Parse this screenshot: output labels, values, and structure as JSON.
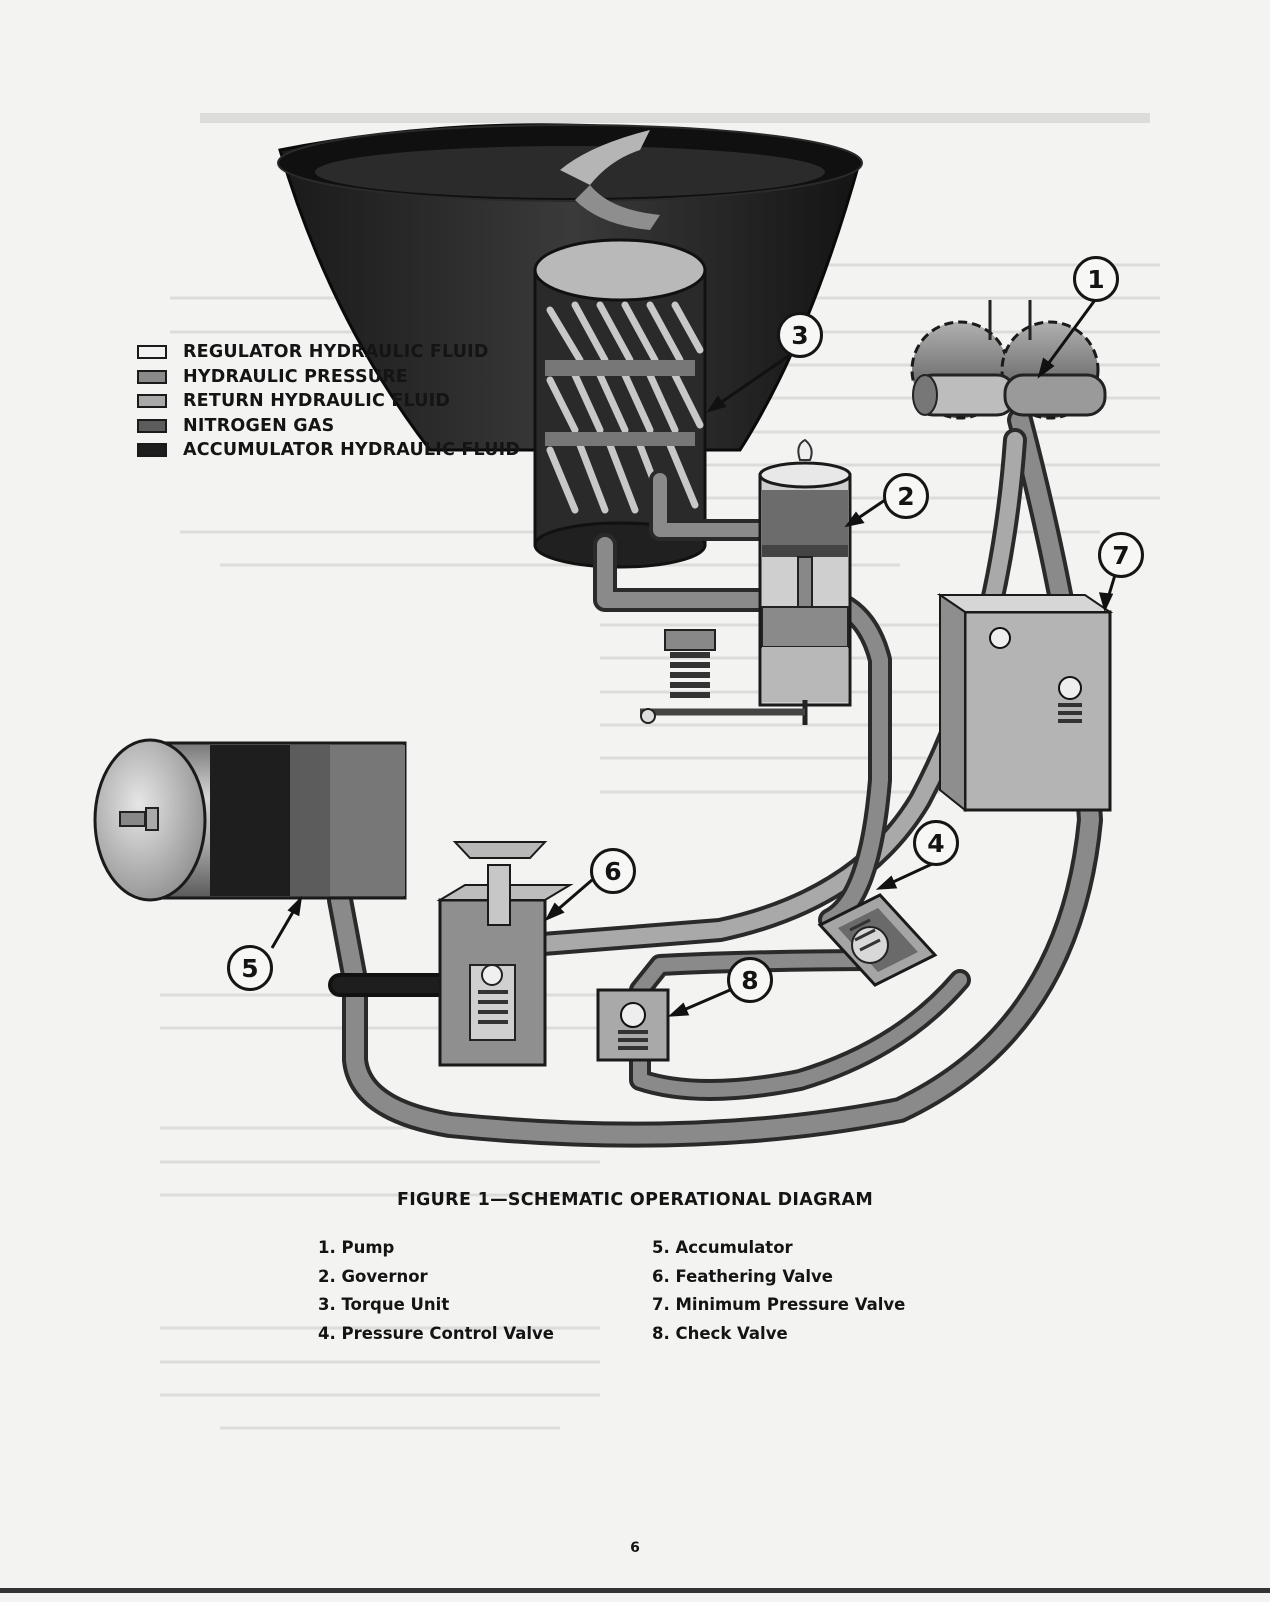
{
  "colors": {
    "regulator": "#f2f2f2",
    "pressure": "#8a8a8a",
    "return": "#a9a9a9",
    "nitrogen": "#5c5c5c",
    "accumulator": "#1e1e1e",
    "paper": "#f3f3f1"
  },
  "legend": [
    {
      "label": "REGULATOR HYDRAULIC FLUID",
      "fill": "#f2f2f2"
    },
    {
      "label": "HYDRAULIC PRESSURE",
      "fill": "#8a8a8a"
    },
    {
      "label": "RETURN HYDRAULIC FLUID",
      "fill": "#a9a9a9"
    },
    {
      "label": "NITROGEN GAS",
      "fill": "#5c5c5c"
    },
    {
      "label": "ACCUMULATOR HYDRAULIC FLUID",
      "fill": "#1e1e1e"
    }
  ],
  "callouts": [
    "1",
    "2",
    "3",
    "4",
    "5",
    "6",
    "7",
    "8"
  ],
  "caption": "FIGURE 1—SCHEMATIC OPERATIONAL DIAGRAM",
  "parts_left": [
    "1.  Pump",
    "2.  Governor",
    "3.  Torque Unit",
    "4.  Pressure Control Valve"
  ],
  "parts_right": [
    "5.  Accumulator",
    "6.  Feathering Valve",
    "7.  Minimum Pressure Valve",
    "8.  Check Valve"
  ],
  "page_number": "6"
}
